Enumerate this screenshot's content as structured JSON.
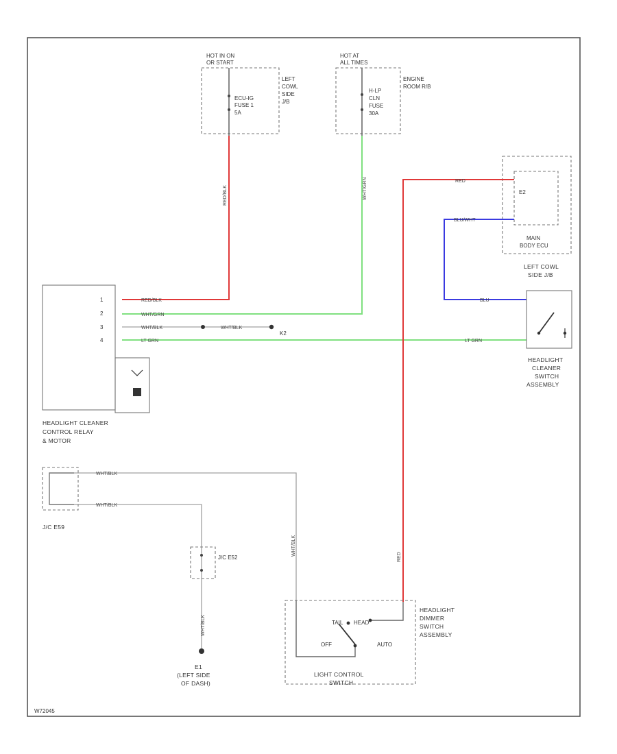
{
  "colors": {
    "red": "#e03838",
    "blue": "#3a3ae0",
    "green": "#7fe07f",
    "gray": "#a0a0a0",
    "border": "#555555"
  },
  "fuse1": {
    "hot_line1": "HOT IN ON",
    "hot_line2": "OR START",
    "fuse_line1": "ECU-IG",
    "fuse_line2": "FUSE 1",
    "fuse_line3": "5A",
    "box_line1": "LEFT",
    "box_line2": "COWL",
    "box_line3": "SIDE",
    "box_line4": "J/B",
    "wire": "RED/BLK"
  },
  "fuse2": {
    "hot_line1": "HOT AT",
    "hot_line2": "ALL TIMES",
    "fuse_line1": "H-LP",
    "fuse_line2": "CLN",
    "fuse_line3": "FUSE",
    "fuse_line4": "30A",
    "box_line1": "ENGINE",
    "box_line2": "ROOM R/B",
    "wire": "WHT/GRN"
  },
  "relay_box": {
    "label": "E2",
    "caption_line1": "MAIN",
    "caption_line2": "BODY ECU",
    "j_b_line1": "LEFT COWL",
    "j_b_line2": "SIDE J/B",
    "wire_red": "RED",
    "wire_blue1": "BLU/WHT",
    "wire_blue2": "BLU"
  },
  "motor": {
    "caption_line1": "HEADLIGHT CLEANER",
    "caption_line2": "CONTROL RELAY",
    "caption_line3": "& MOTOR",
    "pins": [
      "1",
      "2",
      "3",
      "4"
    ],
    "wire1": "RED/BLK",
    "wire2": "WHT/GRN",
    "wire3": "WHT/BLK",
    "wire3b": "WHT/BLK",
    "wire4": "LT GRN",
    "junction": "K2"
  },
  "cleaner_switch": {
    "caption_line1": "HEADLIGHT",
    "caption_line2": "CLEANER",
    "caption_line3": "SWITCH",
    "caption_line4": "ASSEMBLY",
    "wire": "LT GRN"
  },
  "jc": {
    "caption": "J/C E59",
    "wire1": "WHT/BLK",
    "wire2": "WHT/BLK",
    "jc2_label": "J/C E52",
    "wire_down": "WHT/BLK",
    "ground_line1": "E1",
    "ground_line2": "(LEFT SIDE",
    "ground_line3": "OF DASH)"
  },
  "light_switch": {
    "wire_left": "WHT/BLK",
    "wire_right": "RED",
    "pos_tail": "TAIL",
    "pos_head": "HEAD",
    "pos_off": "OFF",
    "pos_auto": "AUTO",
    "caption_line1": "LIGHT CONTROL",
    "caption_line2": "SWITCH",
    "dimmer_line1": "HEADLIGHT",
    "dimmer_line2": "DIMMER",
    "dimmer_line3": "SWITCH",
    "dimmer_line4": "ASSEMBLY"
  },
  "footer_code": "W72045"
}
